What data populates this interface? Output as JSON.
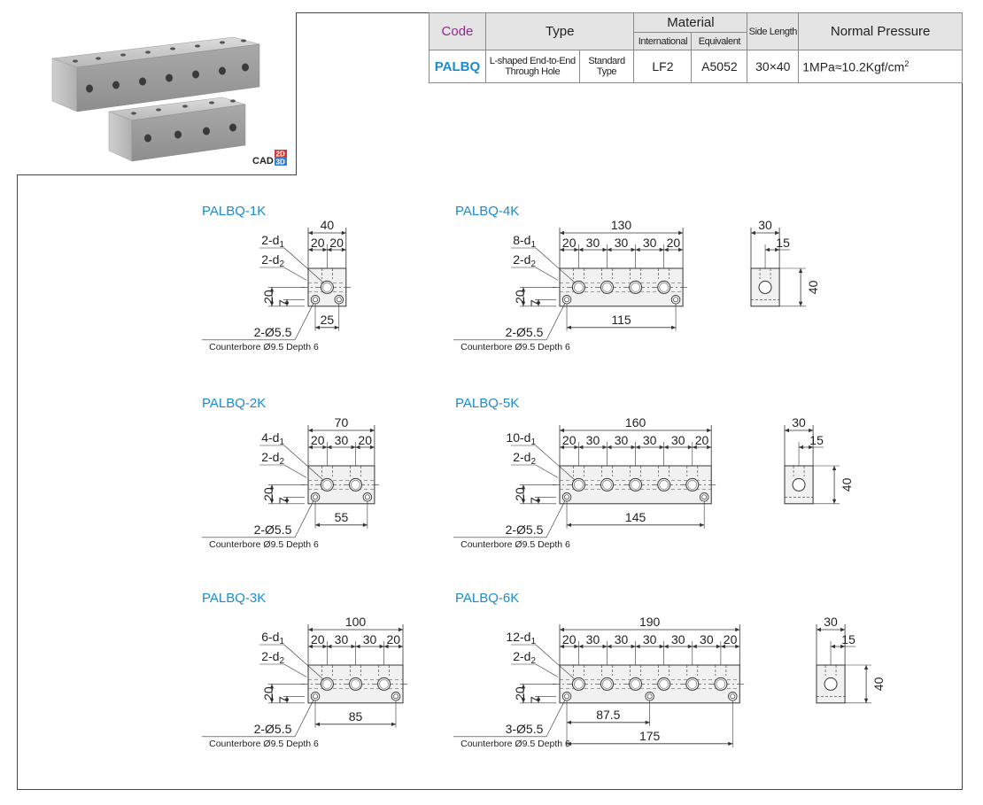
{
  "table": {
    "headers": {
      "code": "Code",
      "type": "Type",
      "material": "Material",
      "international": "International",
      "equivalent": "Equivalent",
      "side_length": "Side Length",
      "normal_pressure": "Normal Pressure"
    },
    "row": {
      "code": "PALBQ",
      "type_line1": "L-shaped End-to-End",
      "type_line2": "Through Hole",
      "standard_line1": "Standard",
      "standard_line2": "Type",
      "international": "LF2",
      "equivalent": "A5052",
      "side_length": "30×40",
      "pressure": "1MPa≈10.2Kgf/cm",
      "pressure_sup": "2"
    }
  },
  "cad_badge": {
    "label": "CAD",
    "d2": "2D",
    "d3": "3D"
  },
  "colors": {
    "accent": "#1b8bd0",
    "code_header": "#8d2b8d",
    "cad_2d": "#e0322f",
    "cad_3d": "#2e7fd6"
  },
  "common": {
    "d2": "2-d",
    "hole": "2-Ø5.5",
    "hole3": "3-Ø5.5",
    "counterbore": "Counterbore Ø9.5 Depth 6",
    "sub1": "1",
    "sub2": "2",
    "side_width": "30",
    "side_half": "15",
    "side_height": "40",
    "height": "20",
    "offset": "7"
  },
  "variants": [
    {
      "model": "PALBQ-1K",
      "d1": "2-d",
      "length": "40",
      "pitches": [
        "20",
        "20"
      ],
      "bottom": "25"
    },
    {
      "model": "PALBQ-2K",
      "d1": "4-d",
      "length": "70",
      "pitches": [
        "20",
        "30",
        "20"
      ],
      "bottom": "55"
    },
    {
      "model": "PALBQ-3K",
      "d1": "6-d",
      "length": "100",
      "pitches": [
        "20",
        "30",
        "30",
        "20"
      ],
      "bottom": "85"
    },
    {
      "model": "PALBQ-4K",
      "d1": "8-d",
      "length": "130",
      "pitches": [
        "20",
        "30",
        "30",
        "30",
        "20"
      ],
      "bottom": "115"
    },
    {
      "model": "PALBQ-5K",
      "d1": "10-d",
      "length": "160",
      "pitches": [
        "20",
        "30",
        "30",
        "30",
        "30",
        "20"
      ],
      "bottom": "145"
    },
    {
      "model": "PALBQ-6K",
      "d1": "12-d",
      "length": "190",
      "pitches": [
        "20",
        "30",
        "30",
        "30",
        "30",
        "30",
        "20"
      ],
      "bottom": "175",
      "bottom_mid": "87.5"
    }
  ]
}
